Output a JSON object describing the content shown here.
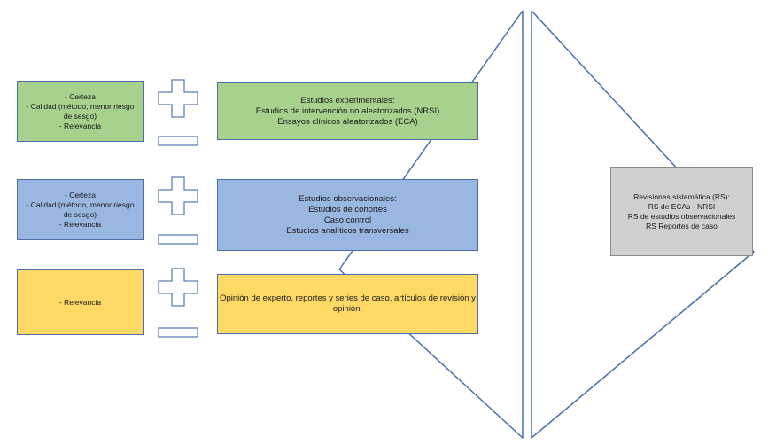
{
  "colors": {
    "green": "#a9d18e",
    "blue": "#9ab7e2",
    "yellow": "#ffd966",
    "gray": "#d0d0d0",
    "outline": "#4a6ea8"
  },
  "rows": [
    {
      "color": "green",
      "criteria": [
        "- Certeza",
        "- Calidad (método, menor riesgo",
        "de sesgo)",
        "- Relevancia"
      ],
      "studies": [
        "Estudios experimentales:",
        "Estudios de intervención no aleatorizados (NRSI)",
        "Ensayos clínicos aleatorizados (ECA)"
      ]
    },
    {
      "color": "blue",
      "criteria": [
        "- Certeza",
        "- Calidad (método, menor riesgo",
        "de sesgo)",
        "- Relevancia"
      ],
      "studies": [
        "Estudios observacionales:",
        "Estudios de cohortes",
        "Caso control",
        "Estudios analíticos transversales"
      ]
    },
    {
      "color": "yellow",
      "criteria": [
        "- Relevancia"
      ],
      "studies": [
        "Opinión de experto, reportes y series de caso, artículos de revisión y",
        "opinión."
      ]
    }
  ],
  "systematic_reviews": {
    "color": "gray",
    "lines": [
      "Revisiones sistemática (RS):",
      "RS de ECAs - NRSI",
      "RS de estudios observacionales",
      "RS Reportes de caso"
    ]
  }
}
